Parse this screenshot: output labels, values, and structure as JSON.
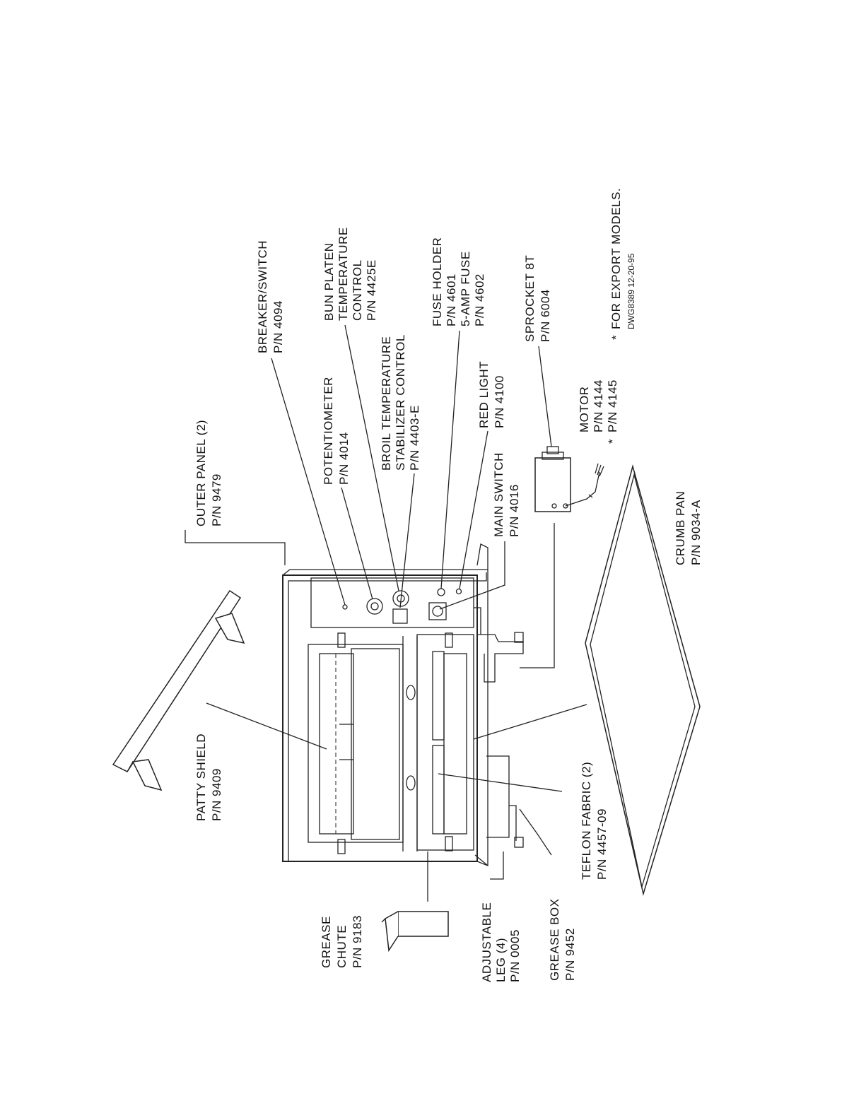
{
  "labels": {
    "patty_shield": [
      "PATTY SHIELD",
      "P/N 9409"
    ],
    "outer_panel": [
      "OUTER PANEL (2)",
      "P/N 9479"
    ],
    "potentiometer": [
      "POTENTIOMETER",
      "P/N 4014"
    ],
    "breaker_switch": [
      "BREAKER/SWITCH",
      "P/N 4094"
    ],
    "broil_temp": [
      "BROIL TEMPERATURE",
      "STABILIZER CONTROL",
      "P/N 4403-E"
    ],
    "bun_platen": [
      "BUN PLATEN",
      "TEMPERATURE",
      "CONTROL",
      "P/N 4425E"
    ],
    "main_switch": [
      "MAIN SWITCH",
      "P/N 4016"
    ],
    "red_light": [
      "RED LIGHT",
      "P/N 4100"
    ],
    "fuse_holder": [
      "FUSE HOLDER",
      "P/N 4601",
      "5-AMP FUSE",
      "P/N 4602"
    ],
    "motor": [
      "MOTOR",
      "P/N 4144",
      "P/N 4145"
    ],
    "motor_star": "*",
    "sprocket": [
      "SPROCKET 8T",
      "P/N 6004"
    ],
    "crumb_pan": [
      "CRUMB PAN",
      "P/N 9034-A"
    ],
    "teflon_fabric": [
      "TEFLON FABRIC (2)",
      "P/N 4457-09"
    ],
    "grease_chute": [
      "GREASE",
      "CHUTE",
      "P/N 9183"
    ],
    "adjustable_leg": [
      "ADJUSTABLE",
      "LEG (4)",
      "P/N 0005"
    ],
    "grease_box": [
      "GREASE BOX",
      "P/N 9452"
    ],
    "export_note": "FOR EXPORT MODELS.",
    "export_star": "*",
    "drawing_no": "DWG8389  12-20-95"
  }
}
